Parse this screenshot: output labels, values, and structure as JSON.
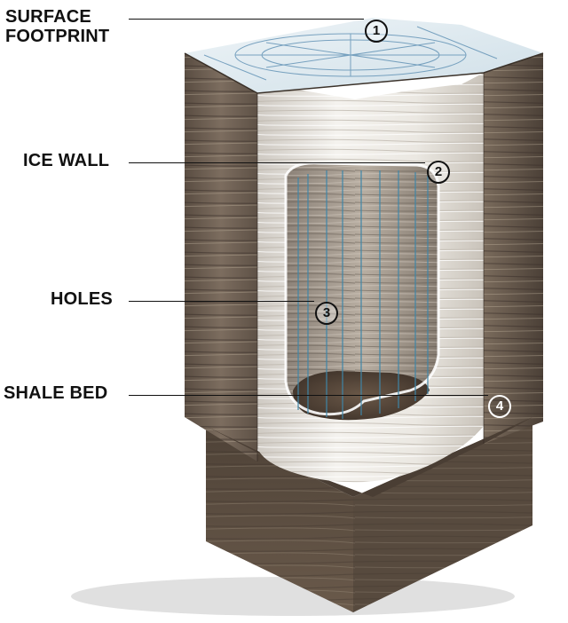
{
  "labels": [
    {
      "number": "1",
      "text": "SURFACE\nFOOTPRINT"
    },
    {
      "number": "2",
      "text": "ICE WALL"
    },
    {
      "number": "3",
      "text": "HOLES"
    },
    {
      "number": "4",
      "text": "SHALE BED"
    }
  ],
  "colors": {
    "rock_dark": "#4a3f36",
    "rock_mid": "#7a6a5c",
    "rock_light": "#a89a8a",
    "ice": "#ecebe7",
    "surface": "#dbe8ee",
    "blueprint_lines": "#5d8fb3",
    "freeze_pipes": "#3f86a8",
    "shale": "#5b4a3c"
  }
}
